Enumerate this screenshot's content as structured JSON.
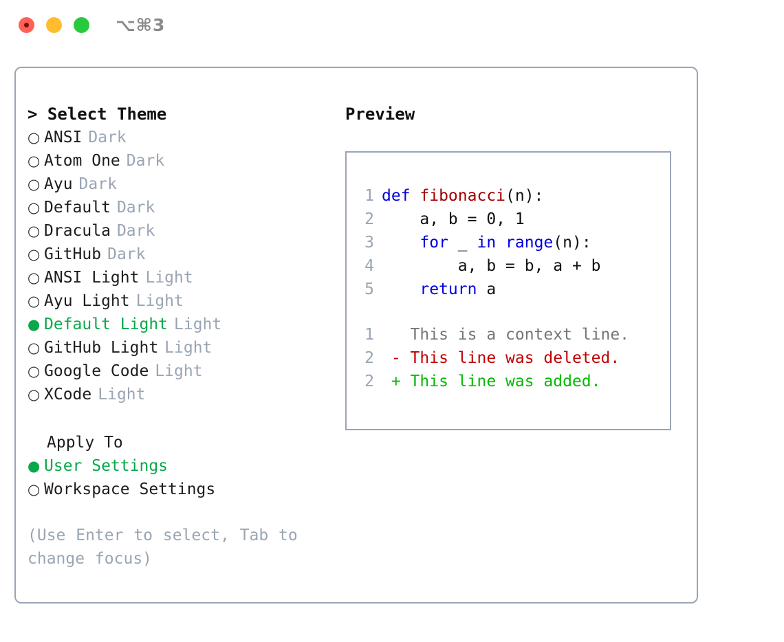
{
  "titlebar": {
    "shortcut": "⌥⌘3",
    "lights": [
      "close-red",
      "minimize-yellow",
      "maximize-green"
    ]
  },
  "left": {
    "header": "> Select Theme",
    "themes": [
      {
        "bullet": "○",
        "name": "ANSI",
        "variant": "Dark",
        "selected": false
      },
      {
        "bullet": "○",
        "name": "Atom One",
        "variant": "Dark",
        "selected": false
      },
      {
        "bullet": "○",
        "name": "Ayu",
        "variant": "Dark",
        "selected": false
      },
      {
        "bullet": "○",
        "name": "Default",
        "variant": "Dark",
        "selected": false
      },
      {
        "bullet": "○",
        "name": "Dracula",
        "variant": "Dark",
        "selected": false
      },
      {
        "bullet": "○",
        "name": "GitHub",
        "variant": "Dark",
        "selected": false
      },
      {
        "bullet": "○",
        "name": "ANSI Light",
        "variant": "Light",
        "selected": false
      },
      {
        "bullet": "○",
        "name": "Ayu Light",
        "variant": "Light",
        "selected": false
      },
      {
        "bullet": "●",
        "name": "Default Light",
        "variant": "Light",
        "selected": true
      },
      {
        "bullet": "○",
        "name": "GitHub Light",
        "variant": "Light",
        "selected": false
      },
      {
        "bullet": "○",
        "name": "Google Code",
        "variant": "Light",
        "selected": false
      },
      {
        "bullet": "○",
        "name": "XCode",
        "variant": "Light",
        "selected": false
      }
    ],
    "apply_to_title": "Apply To",
    "apply_to": [
      {
        "bullet": "●",
        "name": "User Settings",
        "selected": true
      },
      {
        "bullet": "○",
        "name": "Workspace Settings",
        "selected": false
      }
    ],
    "hint": "(Use Enter to select, Tab to change focus)"
  },
  "preview": {
    "title": "Preview",
    "code": [
      {
        "no": "1",
        "parts": [
          {
            "t": "def ",
            "c": "kw"
          },
          {
            "t": "fibonacci",
            "c": "fn"
          },
          {
            "t": "(n):",
            "c": "plain"
          }
        ]
      },
      {
        "no": "2",
        "parts": [
          {
            "t": "    a, b = 0, 1",
            "c": "plain"
          }
        ]
      },
      {
        "no": "3",
        "parts": [
          {
            "t": "    ",
            "c": "plain"
          },
          {
            "t": "for",
            "c": "kw"
          },
          {
            "t": " _ ",
            "c": "plain"
          },
          {
            "t": "in",
            "c": "kw"
          },
          {
            "t": " ",
            "c": "plain"
          },
          {
            "t": "range",
            "c": "kw"
          },
          {
            "t": "(n):",
            "c": "plain"
          }
        ]
      },
      {
        "no": "4",
        "parts": [
          {
            "t": "        a, b = b, a + b",
            "c": "plain"
          }
        ]
      },
      {
        "no": "5",
        "parts": [
          {
            "t": "    ",
            "c": "plain"
          },
          {
            "t": "return",
            "c": "kw"
          },
          {
            "t": " a",
            "c": "plain"
          }
        ]
      }
    ],
    "diff": [
      {
        "no": "1",
        "text": "   This is a context line.",
        "c": "ctx"
      },
      {
        "no": "2",
        "text": " - This line was deleted.",
        "c": "del"
      },
      {
        "no": "2",
        "text": " + This line was added.",
        "c": "add"
      }
    ]
  },
  "colors": {
    "accent_green": "#09a84a",
    "muted": "#9aa5b4",
    "keyword_blue": "#0000e0",
    "function_red": "#a30000",
    "diff_delete": "#c10000",
    "diff_add": "#00bb00",
    "border": "#9aa5b4"
  }
}
